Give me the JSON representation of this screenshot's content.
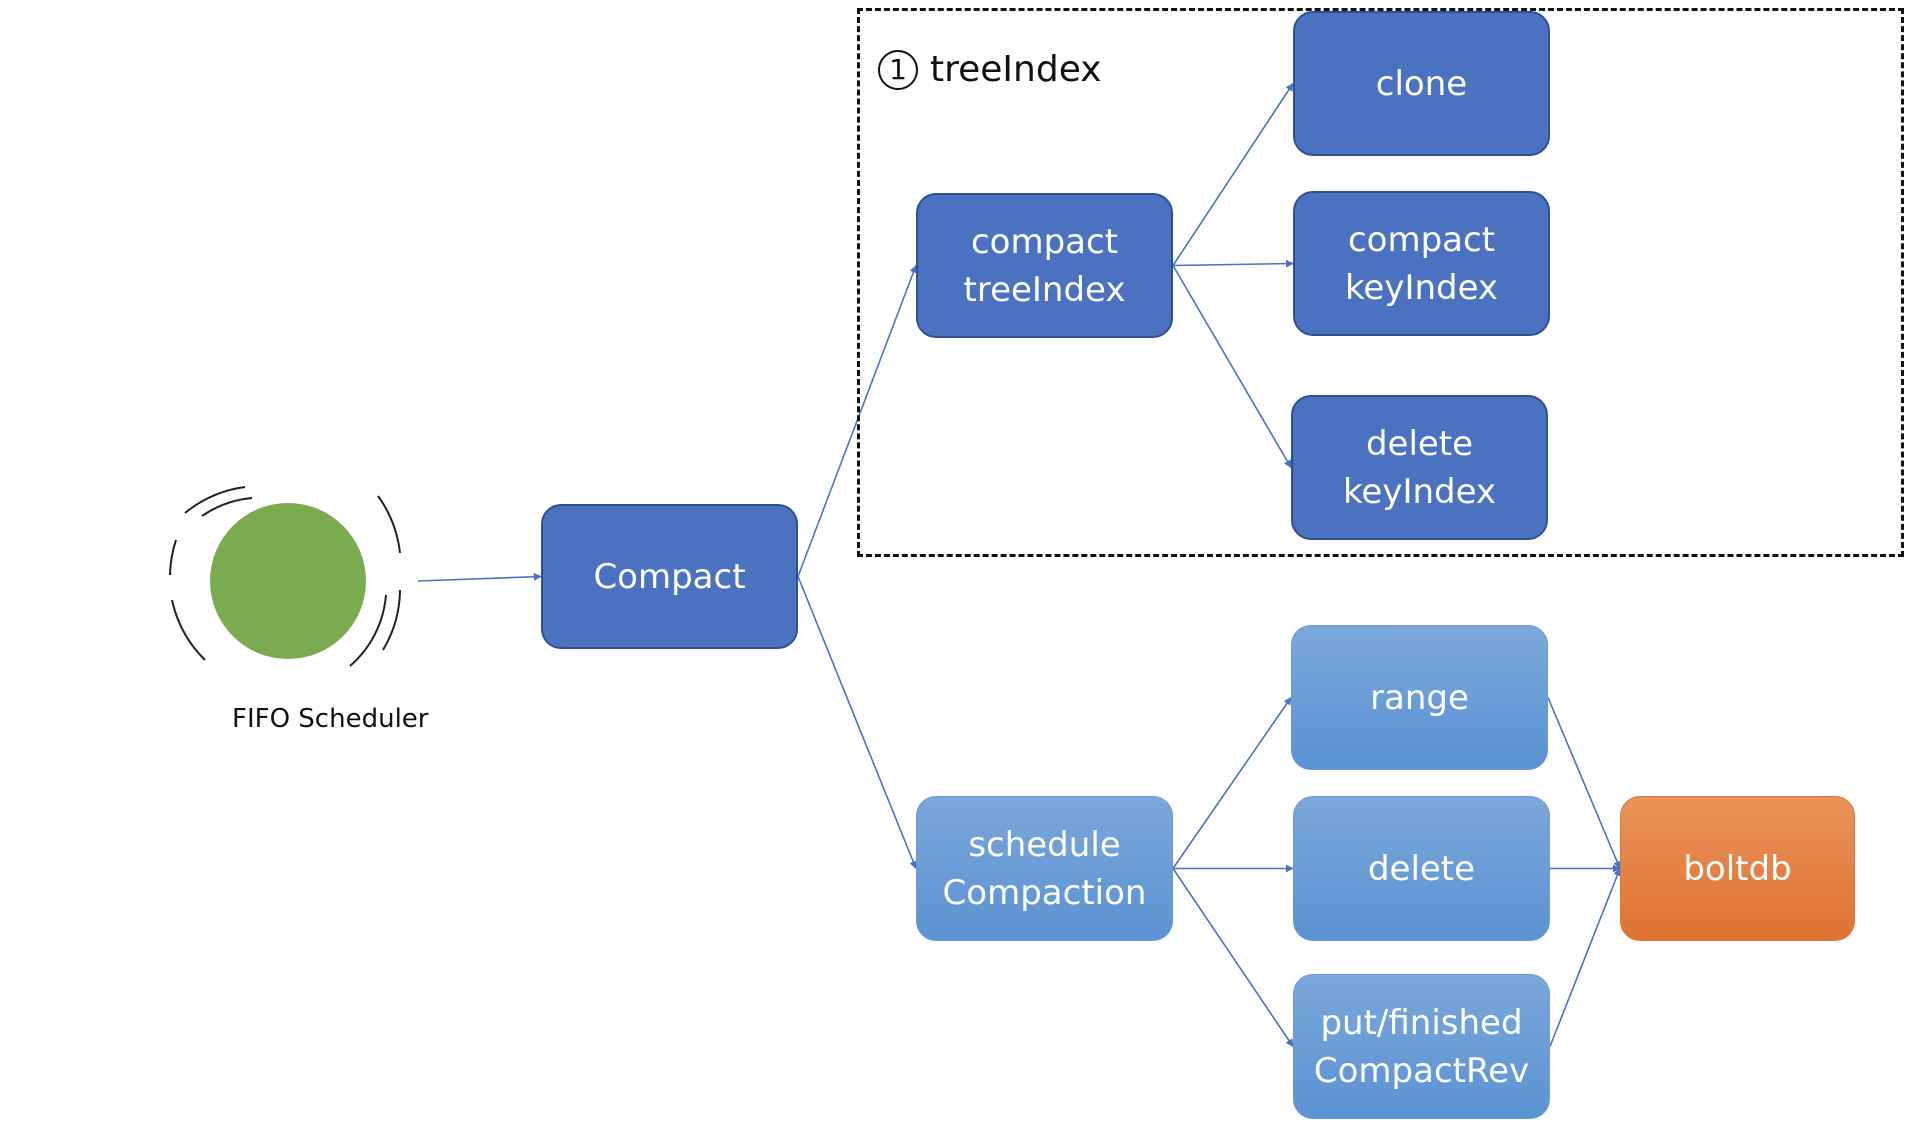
{
  "scheduler": {
    "label": "FIFO Scheduler",
    "fill_color": "#7aab4f"
  },
  "group": {
    "step_number": "1",
    "title": "treeIndex"
  },
  "nodes": {
    "compact": {
      "lines": [
        "Compact"
      ]
    },
    "compact_treeindex": {
      "lines": [
        "compact",
        "treeIndex"
      ]
    },
    "clone": {
      "lines": [
        "clone"
      ]
    },
    "compact_keyindex": {
      "lines": [
        "compact",
        "keyIndex"
      ]
    },
    "delete_keyindex": {
      "lines": [
        "delete",
        "keyIndex"
      ]
    },
    "schedule_compaction": {
      "lines": [
        "schedule",
        "Compaction"
      ]
    },
    "range": {
      "lines": [
        "range"
      ]
    },
    "delete": {
      "lines": [
        "delete"
      ]
    },
    "put_finished": {
      "lines": [
        "put/finished",
        "CompactRev"
      ]
    },
    "boltdb": {
      "lines": [
        "boltdb"
      ]
    }
  },
  "colors": {
    "dark_node": "#4a72c0",
    "light_node": "#5b93d3",
    "storage_node": "#e07332",
    "edge": "#4a72c0"
  },
  "edges": [
    {
      "from": "scheduler",
      "to": "compact"
    },
    {
      "from": "compact",
      "to": "compact_treeindex"
    },
    {
      "from": "compact",
      "to": "schedule_compaction"
    },
    {
      "from": "compact_treeindex",
      "to": "clone"
    },
    {
      "from": "compact_treeindex",
      "to": "compact_keyindex"
    },
    {
      "from": "compact_treeindex",
      "to": "delete_keyindex"
    },
    {
      "from": "schedule_compaction",
      "to": "range"
    },
    {
      "from": "schedule_compaction",
      "to": "delete"
    },
    {
      "from": "schedule_compaction",
      "to": "put_finished"
    },
    {
      "from": "range",
      "to": "boltdb"
    },
    {
      "from": "delete",
      "to": "boltdb"
    },
    {
      "from": "put_finished",
      "to": "boltdb"
    }
  ]
}
